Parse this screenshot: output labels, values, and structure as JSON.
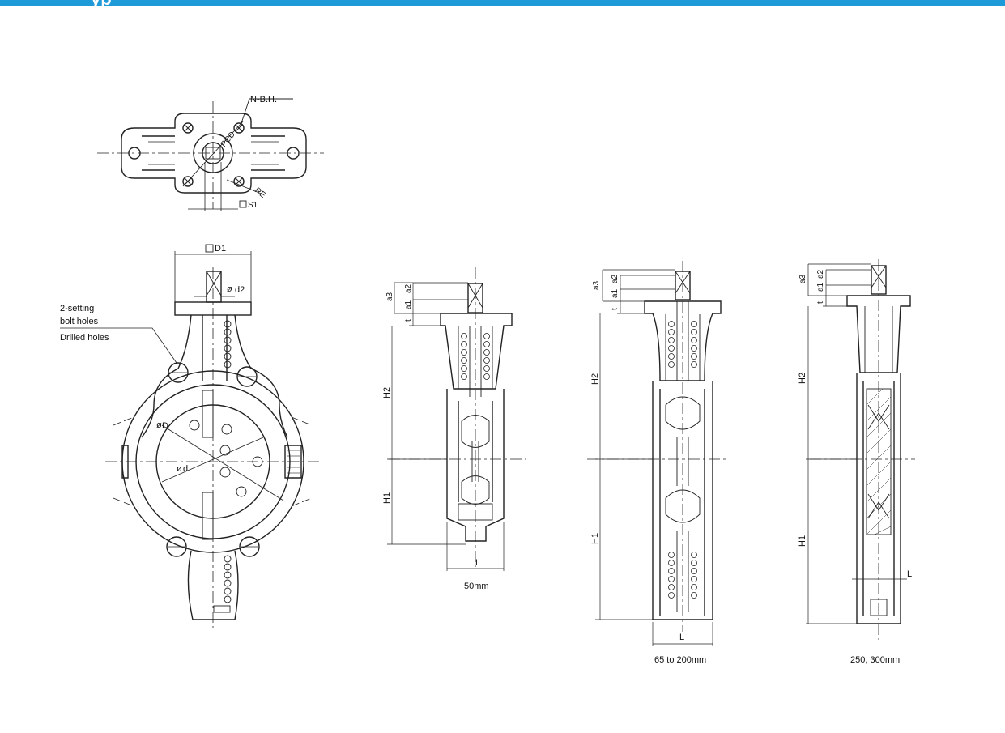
{
  "header": {
    "title": "yp",
    "bar_color": "#1f9ad8"
  },
  "top_view": {
    "bolt_label": "N-B.H.",
    "pcd_label": "PCD",
    "radius_label": "RE",
    "square_label": "S1"
  },
  "front_view": {
    "top_square_label": "D1",
    "shaft_dia_label": "d2",
    "note_line1": "2-setting",
    "note_line2": "bolt holes",
    "note_line3": "Drilled holes",
    "disc_outer_label": "D",
    "disc_inner_label": "d"
  },
  "side_views": [
    {
      "caption": "50mm",
      "labels": {
        "a3": "a3",
        "a2": "a2",
        "a1": "a1",
        "t": "t",
        "h2": "H2",
        "h1": "H1",
        "l": "L"
      }
    },
    {
      "caption": "65 to 200mm",
      "labels": {
        "a3": "a3",
        "a2": "a2",
        "a1": "a1",
        "t": "t",
        "h2": "H2",
        "h1": "H1",
        "l": "L"
      }
    },
    {
      "caption": "250, 300mm",
      "labels": {
        "a3": "a3",
        "a2": "a2",
        "a1": "a1",
        "t": "t",
        "h2": "H2",
        "h1": "H1",
        "l": "L"
      }
    }
  ]
}
